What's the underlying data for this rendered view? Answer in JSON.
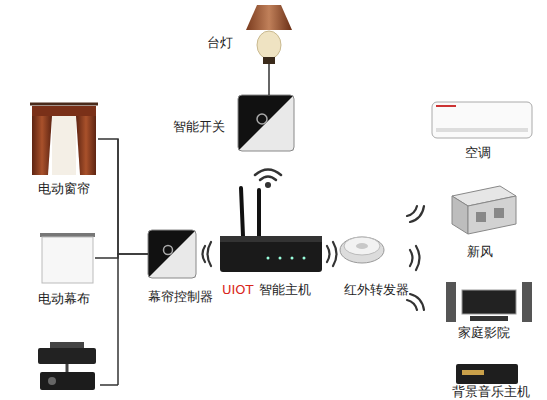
{
  "diagram": {
    "nodes": [
      {
        "text": [
          "台灯"
        ]
      },
      {
        "text": [
          "智能开关"
        ]
      },
      {
        "text": [
          "电动窗帘"
        ]
      },
      {
        "text": [
          "电动幕布"
        ]
      },
      {
        "text": [
          "幕帘控制器"
        ]
      },
      {
        "text": [
          "UIOT",
          "智能主机"
        ]
      },
      {
        "text": [
          "红外转发器"
        ]
      },
      {
        "text": [
          "空调"
        ]
      },
      {
        "text": [
          "新风"
        ]
      },
      {
        "text": [
          "家庭影院"
        ]
      },
      {
        "text": [
          "背景音乐主机"
        ]
      }
    ],
    "edges": [
      {
        "from": 1,
        "to": 0,
        "arrow": "none"
      },
      {
        "from": 4,
        "to": 2,
        "arrow": "none"
      },
      {
        "from": 4,
        "to": 3,
        "arrow": "none"
      }
    ]
  }
}
